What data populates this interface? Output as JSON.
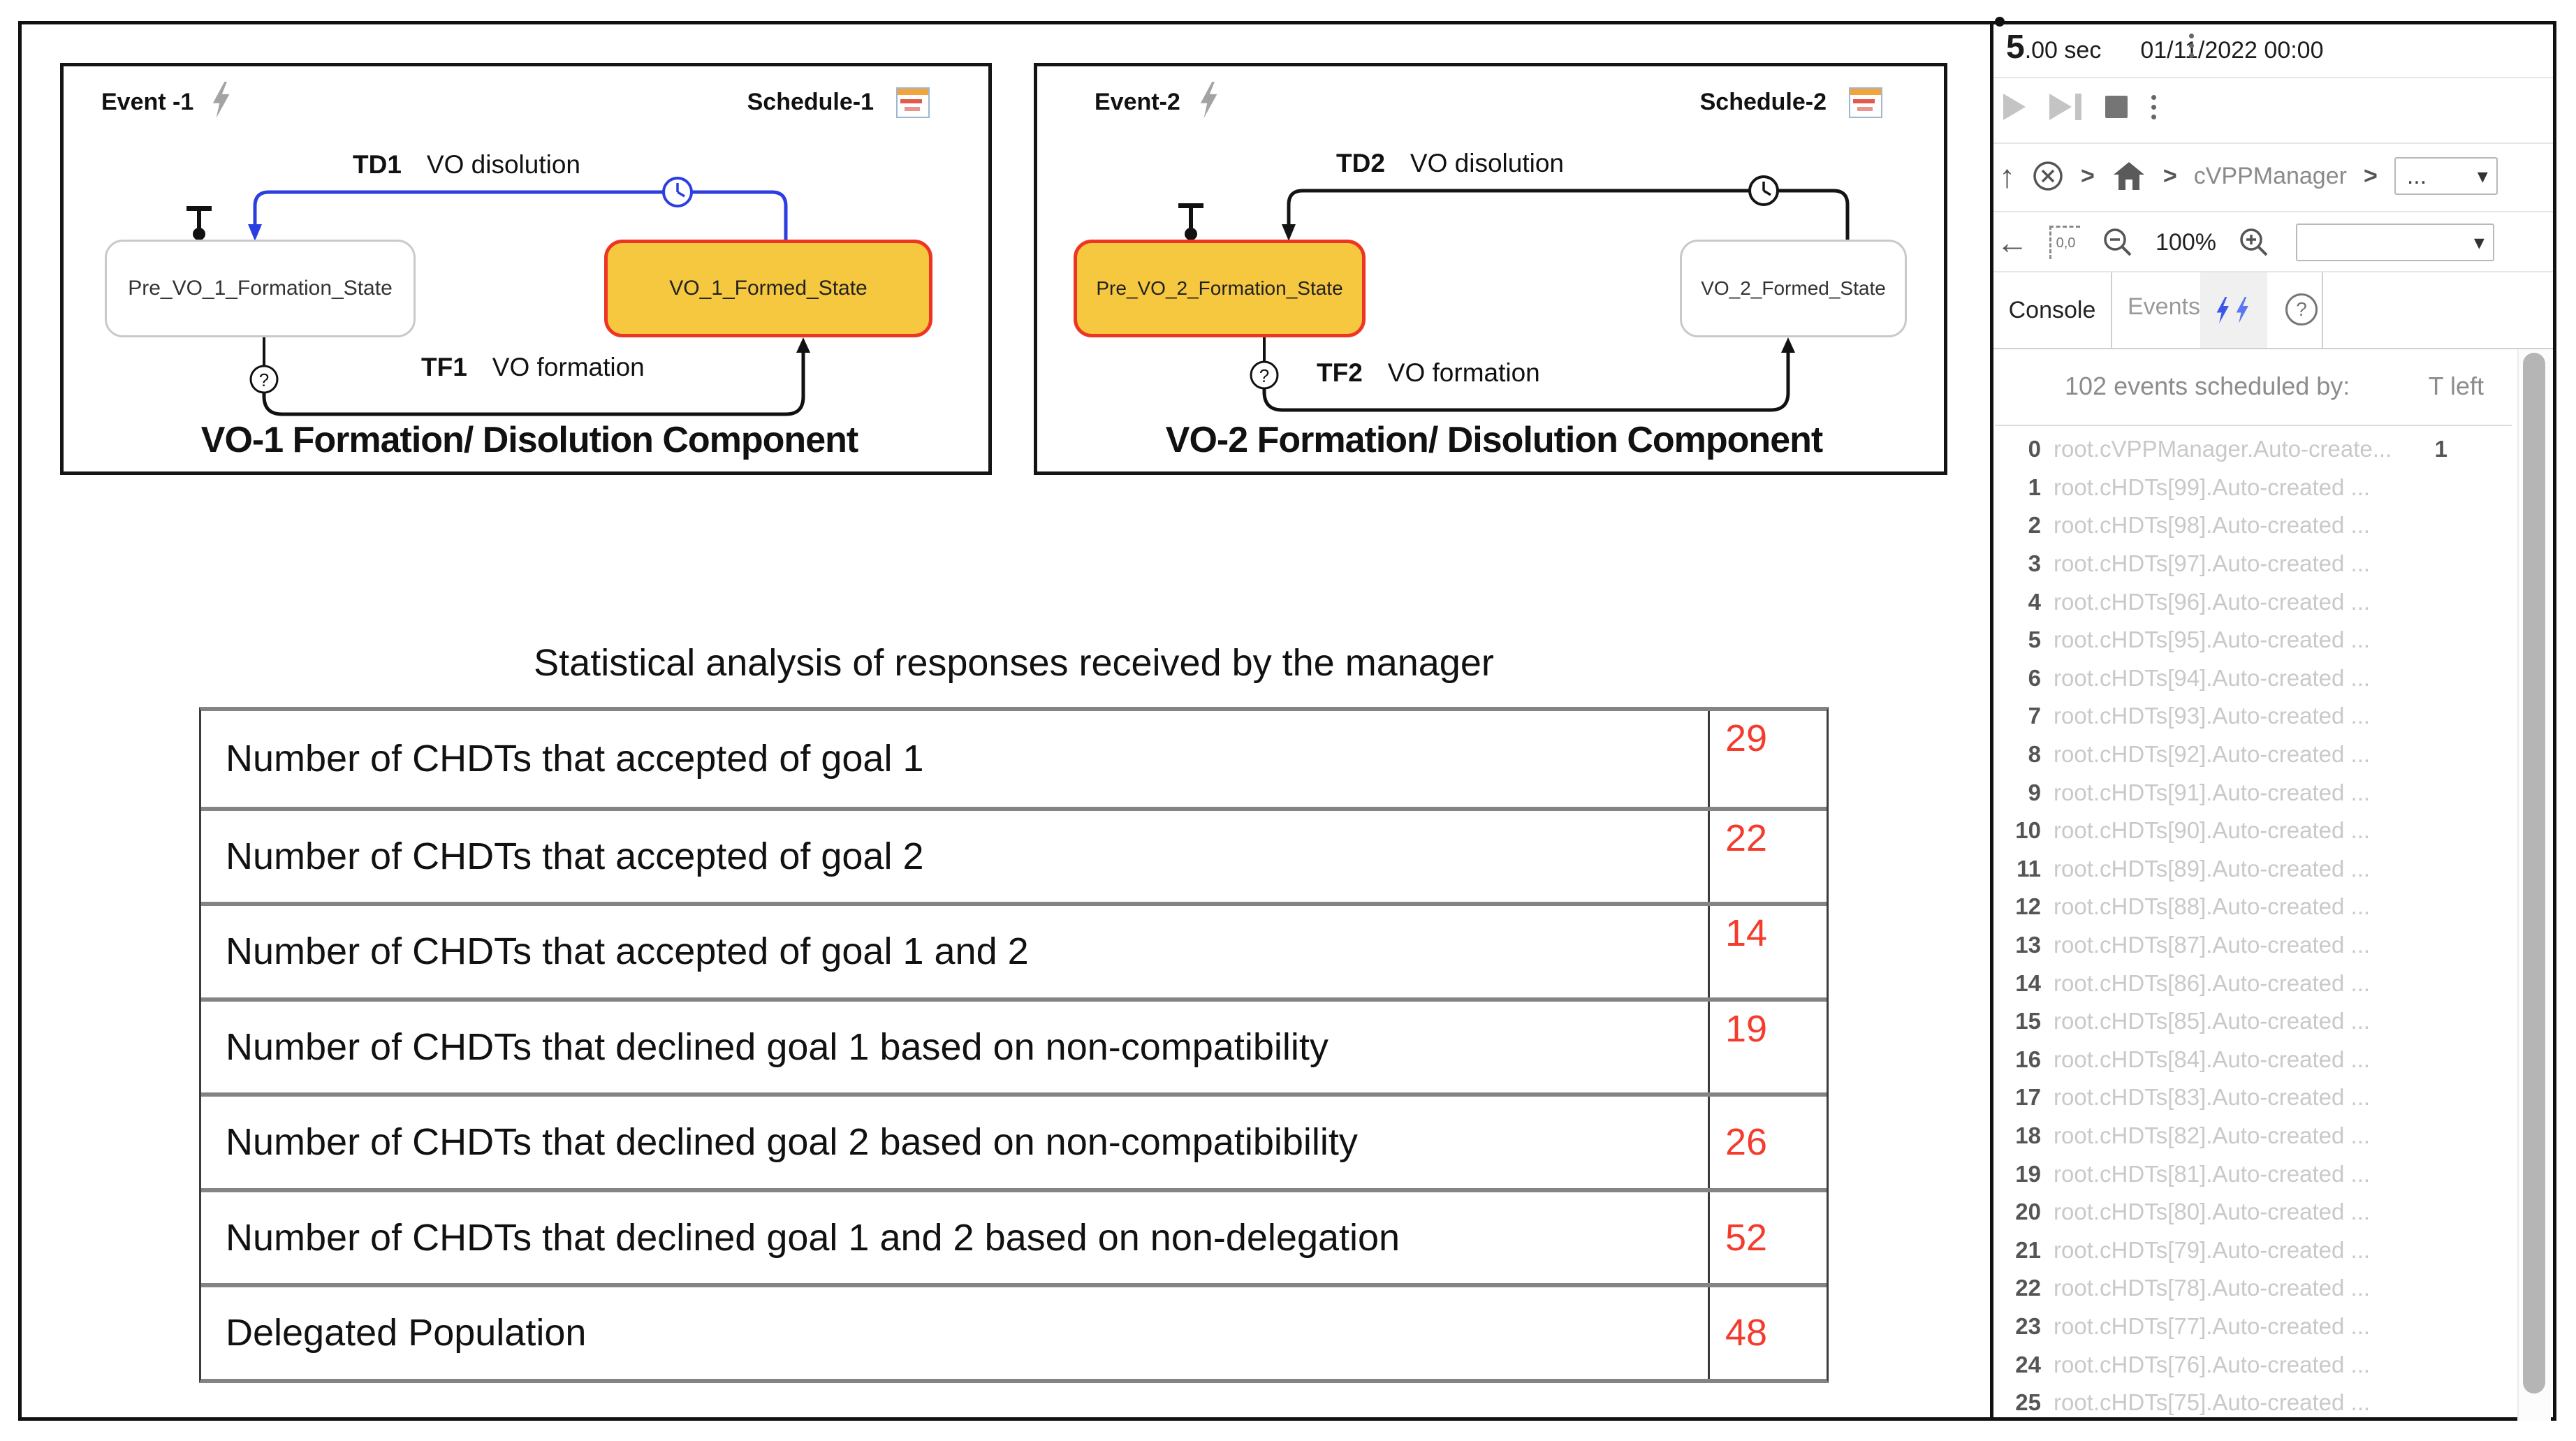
{
  "diagrams": [
    {
      "event_label": "Event -1",
      "schedule_label": "Schedule-1",
      "td_code": "TD1",
      "td_label": "VO disolution",
      "tf_code": "TF1",
      "tf_label": "VO formation",
      "pre_state": "Pre_VO_1_Formation_State",
      "formed_state": "VO_1_Formed_State",
      "caption": "VO-1 Formation/ Disolution Component"
    },
    {
      "event_label": "Event-2",
      "schedule_label": "Schedule-2",
      "td_code": "TD2",
      "td_label": "VO disolution",
      "tf_code": "TF2",
      "tf_label": "VO formation",
      "pre_state": "Pre_VO_2_Formation_State",
      "formed_state": "VO_2_Formed_State",
      "caption": "VO-2 Formation/ Disolution Component"
    }
  ],
  "stats_table": {
    "title": "Statistical analysis of responses received by the manager",
    "rows": [
      {
        "label": "Number of CHDTs that accepted of goal 1",
        "value": "29"
      },
      {
        "label": "Number of CHDTs that accepted of goal 2",
        "value": "22"
      },
      {
        "label": "Number of CHDTs that accepted of goal 1 and 2",
        "value": "14"
      },
      {
        "label": "Number of CHDTs that declined goal 1 based on non-compatibility",
        "value": "19"
      },
      {
        "label": "Number of CHDTs that declined goal 2 based on non-compatibibility",
        "value": "26"
      },
      {
        "label": "Number of CHDTs that declined goal 1 and 2 based on non-delegation",
        "value": "52"
      },
      {
        "label": "Delegated Population",
        "value": "48"
      }
    ]
  },
  "panel": {
    "time_big": "5",
    "time_small": ".00 sec",
    "datetime": "01/11/2022 00:00",
    "breadcrumb": {
      "model": "cVPPManager",
      "more": "..."
    },
    "zoom_level": "100%",
    "tabs": {
      "console": "Console",
      "events": "Events"
    },
    "events_panel": {
      "header": "102 events scheduled by:",
      "t_left_header": "T left",
      "rows": [
        {
          "idx": "0",
          "text": "root.cVPPManager.Auto-create...",
          "t_left": "1"
        },
        {
          "idx": "1",
          "text": "root.cHDTs[99].Auto-created ...",
          "t_left": ""
        },
        {
          "idx": "2",
          "text": "root.cHDTs[98].Auto-created ...",
          "t_left": ""
        },
        {
          "idx": "3",
          "text": "root.cHDTs[97].Auto-created ...",
          "t_left": ""
        },
        {
          "idx": "4",
          "text": "root.cHDTs[96].Auto-created ...",
          "t_left": ""
        },
        {
          "idx": "5",
          "text": "root.cHDTs[95].Auto-created ...",
          "t_left": ""
        },
        {
          "idx": "6",
          "text": "root.cHDTs[94].Auto-created ...",
          "t_left": ""
        },
        {
          "idx": "7",
          "text": "root.cHDTs[93].Auto-created ...",
          "t_left": ""
        },
        {
          "idx": "8",
          "text": "root.cHDTs[92].Auto-created ...",
          "t_left": ""
        },
        {
          "idx": "9",
          "text": "root.cHDTs[91].Auto-created ...",
          "t_left": ""
        },
        {
          "idx": "10",
          "text": "root.cHDTs[90].Auto-created ...",
          "t_left": ""
        },
        {
          "idx": "11",
          "text": "root.cHDTs[89].Auto-created ...",
          "t_left": ""
        },
        {
          "idx": "12",
          "text": "root.cHDTs[88].Auto-created ...",
          "t_left": ""
        },
        {
          "idx": "13",
          "text": "root.cHDTs[87].Auto-created ...",
          "t_left": ""
        },
        {
          "idx": "14",
          "text": "root.cHDTs[86].Auto-created ...",
          "t_left": ""
        },
        {
          "idx": "15",
          "text": "root.cHDTs[85].Auto-created ...",
          "t_left": ""
        },
        {
          "idx": "16",
          "text": "root.cHDTs[84].Auto-created ...",
          "t_left": ""
        },
        {
          "idx": "17",
          "text": "root.cHDTs[83].Auto-created ...",
          "t_left": ""
        },
        {
          "idx": "18",
          "text": "root.cHDTs[82].Auto-created ...",
          "t_left": ""
        },
        {
          "idx": "19",
          "text": "root.cHDTs[81].Auto-created ...",
          "t_left": ""
        },
        {
          "idx": "20",
          "text": "root.cHDTs[80].Auto-created ...",
          "t_left": ""
        },
        {
          "idx": "21",
          "text": "root.cHDTs[79].Auto-created ...",
          "t_left": ""
        },
        {
          "idx": "22",
          "text": "root.cHDTs[78].Auto-created ...",
          "t_left": ""
        },
        {
          "idx": "23",
          "text": "root.cHDTs[77].Auto-created ...",
          "t_left": ""
        },
        {
          "idx": "24",
          "text": "root.cHDTs[76].Auto-created ...",
          "t_left": ""
        },
        {
          "idx": "25",
          "text": "root.cHDTs[75].Auto-created ...",
          "t_left": ""
        }
      ]
    }
  },
  "icons": {
    "kebab": "⋮",
    "up_arrow": "↑",
    "left_arrow": "←",
    "chevron": ">",
    "dropdown_arrow": "▾",
    "help": "?",
    "branch": "?",
    "origin": "0,0"
  },
  "colors": {
    "state_active_fill": "#f6c83f",
    "state_active_border": "#ee3524",
    "transition_blue": "#2b3fe0",
    "value_red": "#f43b2c",
    "bolt_gray": "#a3a3a3",
    "bolt_blue": "#3a57e8"
  }
}
